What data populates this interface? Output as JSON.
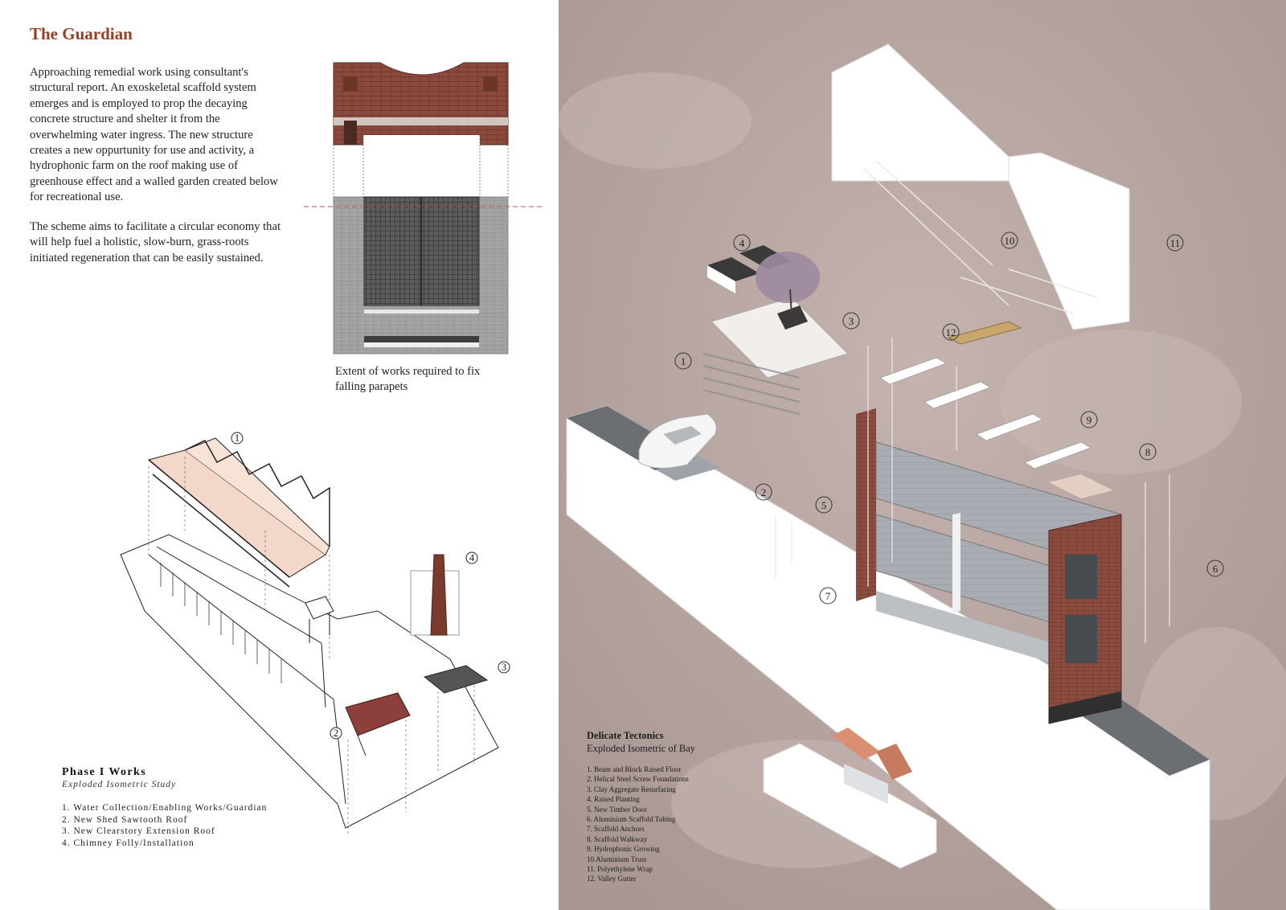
{
  "title": "The Guardian",
  "intro_paragraphs": [
    "Approaching remedial work using consultant's structural report. An exoskeletal scaffold system emerges and is employed to prop the decaying concrete structure and shelter it from the overwhelming water ingress. The new structure creates a new oppurtunity for use and activity, a hydrophonic farm on the roof making use of greenhouse effect and a walled garden created below for recreational use.",
    "The scheme aims to facilitate a circular economy that will help fuel a holistic, slow-burn, grass-roots initiated regeneration that can be easily sustained."
  ],
  "facade_caption": "Extent of works required to fix falling parapets",
  "phase": {
    "heading": "Phase I Works",
    "subheading": "Exploded Isometric Study",
    "items": [
      "1. Water Collection/Enabling Works/Guardian",
      "2. New Shed Sawtooth Roof",
      "3. New Clearstory Extension Roof",
      "4. Chimney Folly/Installation"
    ],
    "callouts": [
      "1",
      "2",
      "3",
      "4"
    ]
  },
  "tectonics": {
    "heading": "Delicate Tectonics",
    "subheading": "Exploded Isometric of Bay",
    "items": [
      "1. Beam and Block Raised Floor",
      "2. Helical Steel Screw Foundations",
      "3. Clay Aggregate Resurfacing",
      "4. Raised Planting",
      "5. New Timber Door",
      "6. Aluminium Scaffold Tubing",
      "7. Scaffold Anchors",
      "8. Scaffold Walkway",
      "9. Hydrophonic Growing",
      "10.Aluminium Truss",
      "11. Polyethylene Wrap",
      "12. Valley Gutter"
    ],
    "callouts": [
      "1",
      "2",
      "3",
      "4",
      "5",
      "6",
      "7",
      "8",
      "9",
      "10",
      "11",
      "12"
    ]
  },
  "colors": {
    "title": "#9a3e22",
    "right_background": "#b9a7a3",
    "brick": "#8a4a3c",
    "timber": "#e7c6b4",
    "concrete": "#a9adb3"
  }
}
